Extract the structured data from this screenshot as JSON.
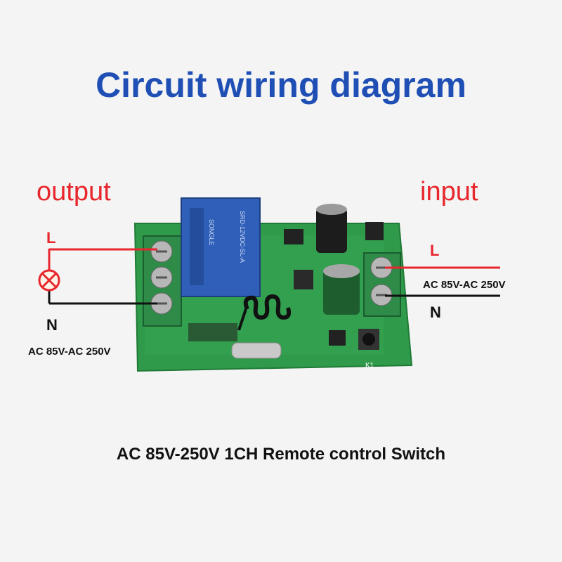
{
  "title": "Circuit wiring diagram",
  "output_section": {
    "heading": "output",
    "live_label": "L",
    "neutral_label": "N",
    "voltage": "AC 85V-AC 250V"
  },
  "input_section": {
    "heading": "input",
    "live_label": "L",
    "neutral_label": "N",
    "voltage": "AC 85V-AC 250V"
  },
  "board": {
    "relay_model": "SRD-12VDC-SL-A",
    "relay_brand": "SONGLE",
    "button_label": "K1"
  },
  "caption": "AC 85V-250V 1CH Remote control Switch",
  "colors": {
    "title": "#1f4fb5",
    "live_wire": "#e8262d",
    "neutral_wire": "#111111",
    "pcb": "#2f9a4a",
    "relay": "#2f5fb8"
  }
}
